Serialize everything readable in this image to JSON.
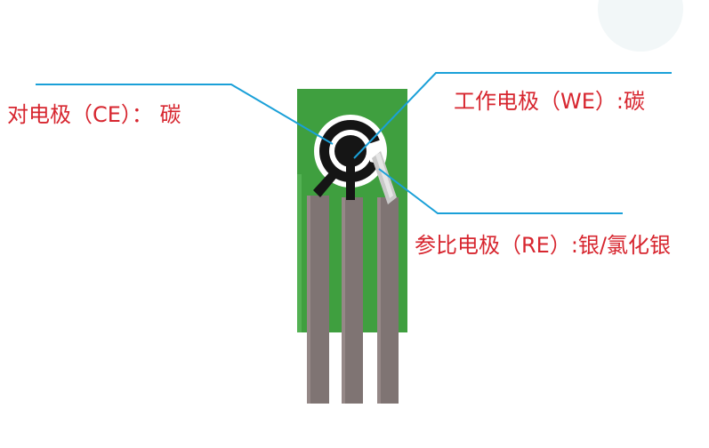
{
  "labels": {
    "counter_electrode": "对电极（CE）：  碳",
    "working_electrode": "工作电极（WE）:碳",
    "reference_electrode": "参比电极（RE）:银/氯化银"
  },
  "colors": {
    "board_green": "#3f9f3f",
    "pin_gray": "#7f7473",
    "pin_highlight": "#9a8e8c",
    "leader_line": "#1aa0d8",
    "label_red": "#d7262f",
    "electrode_black": "#151515",
    "reference_silver": "#c8c8c8"
  }
}
